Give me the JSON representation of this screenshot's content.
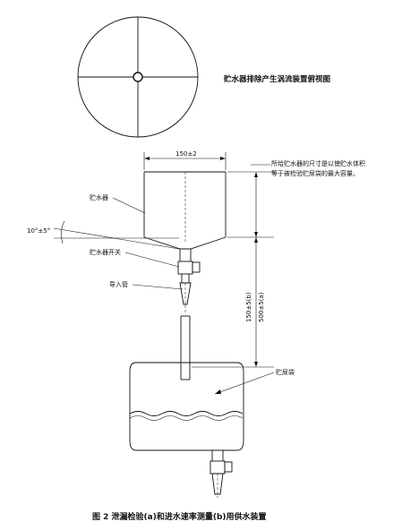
{
  "top_view_title": "贮水器排除产生涡流装置俯视图",
  "labels": {
    "width_dim": "150±2",
    "reservoir": "贮水器",
    "angle": "10°±5°",
    "valve": "贮水器开关",
    "tube": "导入管",
    "bag": "贮尿袋",
    "height_dim_b": "150±5(b)",
    "height_dim_a": "500±5(a)",
    "note_line1": "所给贮水器的尺寸是以使贮水体积",
    "note_line2": "等于被检验贮尿袋的最大容量。"
  },
  "caption": "图 2   泄漏检验(a)和进水速率测量(b)用供水装置",
  "colors": {
    "line": "#111111",
    "background": "#ffffff"
  }
}
